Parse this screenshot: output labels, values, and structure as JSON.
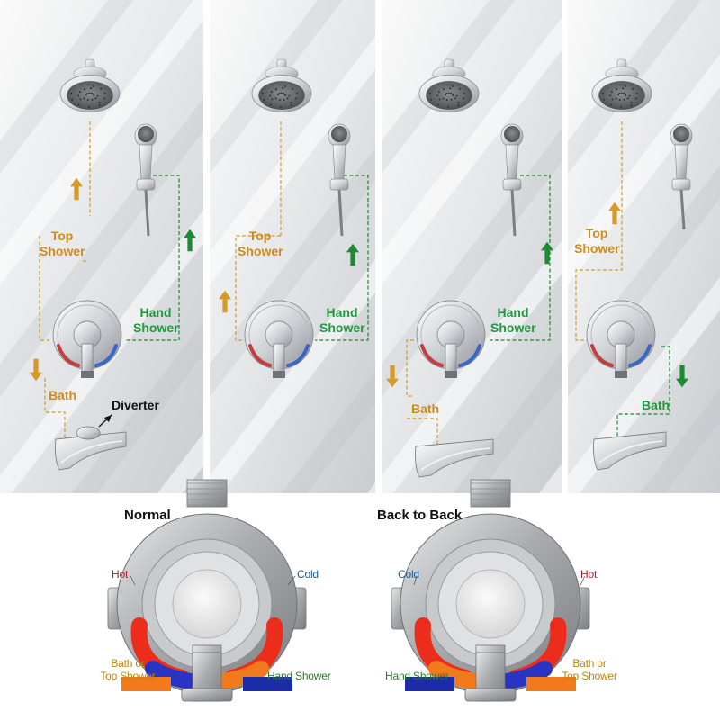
{
  "colors": {
    "panel_bg_light": "#f4f4f4",
    "panel_bg_dark": "#c9ccd0",
    "top_shower_arrow": "#d69a2a",
    "hand_shower_arrow": "#1e8a33",
    "hot": "#e52521",
    "cold": "#1c2ca8"
  },
  "panels": [
    {
      "top_shower_label": [
        "Top",
        "Shower"
      ],
      "hand_shower_label": [
        "Hand",
        "Shower"
      ],
      "bath_label": "Bath",
      "diverter_label": "Diverter",
      "icons": [
        "shower-head-icon",
        "hand-shower-icon",
        "valve-icon",
        "tub-spout-icon",
        "arrow-up-icon",
        "arrow-down-icon"
      ]
    },
    {
      "top_shower_label": [
        "Top",
        "Shower"
      ],
      "hand_shower_label": [
        "Hand",
        "Shower"
      ],
      "icons": [
        "shower-head-icon",
        "hand-shower-icon",
        "valve-icon",
        "arrow-up-icon"
      ]
    },
    {
      "hand_shower_label": [
        "Hand",
        "Shower"
      ],
      "bath_label": "Bath",
      "icons": [
        "shower-head-icon",
        "hand-shower-icon",
        "valve-icon",
        "tub-spout-icon",
        "arrow-down-icon",
        "arrow-up-icon"
      ]
    },
    {
      "top_shower_label": [
        "Top",
        "Shower"
      ],
      "bath_label": "Bath",
      "icons": [
        "shower-head-icon",
        "hand-shower-icon",
        "valve-icon",
        "tub-spout-icon",
        "arrow-up-icon",
        "arrow-down-icon"
      ]
    }
  ],
  "valves": [
    {
      "title": "Normal",
      "left_port": "Hot",
      "right_port": "Cold",
      "bottom_left_label": [
        "Bath or",
        "Top Shower"
      ],
      "bottom_right_label": "Hand Shower"
    },
    {
      "title": "Back to Back",
      "left_port": "Cold",
      "right_port": "Hot",
      "bottom_left_label": "Hand Shower",
      "bottom_right_label": [
        "Bath or",
        "Top Shower"
      ]
    }
  ]
}
